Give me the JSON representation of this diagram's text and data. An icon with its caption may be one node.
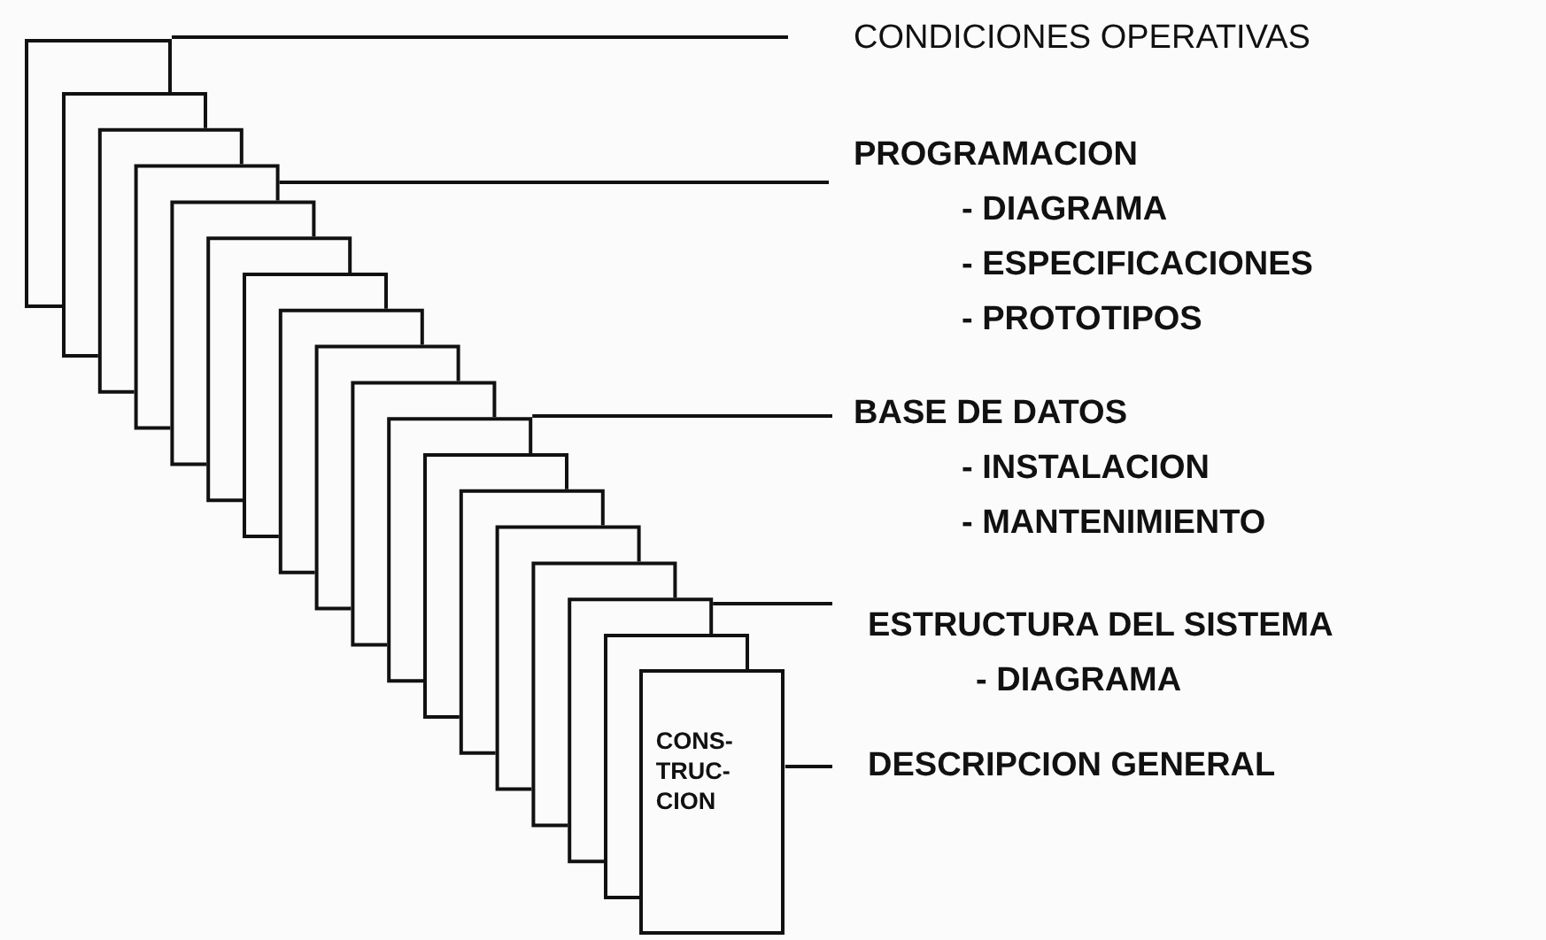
{
  "diagram": {
    "nodes": [
      {
        "text": [],
        "shape": "box"
      },
      {
        "text": [],
        "shape": "box"
      },
      {
        "text": [],
        "shape": "box"
      },
      {
        "text": [],
        "shape": "box"
      },
      {
        "text": [],
        "shape": "box"
      },
      {
        "text": [],
        "shape": "box"
      },
      {
        "text": [],
        "shape": "box"
      },
      {
        "text": [],
        "shape": "box"
      },
      {
        "text": [],
        "shape": "box"
      },
      {
        "text": [],
        "shape": "box"
      },
      {
        "text": [],
        "shape": "box"
      },
      {
        "text": [],
        "shape": "box"
      },
      {
        "text": [],
        "shape": "box"
      },
      {
        "text": [],
        "shape": "box"
      },
      {
        "text": [],
        "shape": "box"
      },
      {
        "text": [],
        "shape": "box"
      },
      {
        "text": [],
        "shape": "box"
      },
      {
        "text": [
          "CONS- TRUC- CION"
        ]
      },
      {
        "text": [
          "CONDICIONES OPERATIVAS"
        ]
      },
      {
        "text": [
          "PROGRAMACION",
          "- DIAGRAMA",
          "- ESPECIFICACIONES",
          "- PROTOTIPOS"
        ]
      },
      {
        "text": [
          "BASE DE DATOS",
          "- INSTALACION",
          "- MANTENIMIENTO"
        ]
      },
      {
        "text": [
          "ESTRUCTURA DEL SISTEMA",
          "- DIAGRAMA"
        ]
      },
      {
        "text": [
          "DESCRIPCION GENERAL"
        ]
      }
    ],
    "edges": [
      {
        "from": 18,
        "to": 0,
        "arrow": "none"
      },
      {
        "from": 19,
        "to": 3,
        "arrow": "none"
      },
      {
        "from": 20,
        "to": 10,
        "arrow": "none"
      },
      {
        "from": 21,
        "to": 15,
        "arrow": "none"
      },
      {
        "from": 22,
        "to": 17,
        "arrow": "none"
      }
    ]
  }
}
